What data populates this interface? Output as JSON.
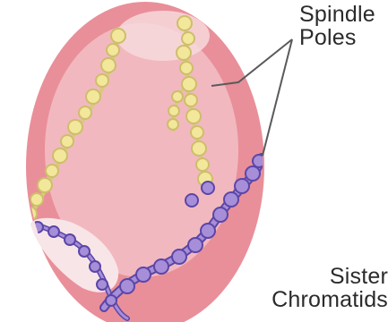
{
  "labels": {
    "spindle_poles": [
      "Spindle",
      "Poles"
    ],
    "sister_chromatids": [
      "Sister",
      "Chromatids"
    ]
  },
  "colors": {
    "cell_outer": "#E98F99",
    "cell_inner": "#F2B8BF",
    "cell_highlight": "#F7D9DC",
    "spindle_fill": "#F2E79A",
    "spindle_stroke": "#CDBE6B",
    "chromatid_fill": "#A78ED8",
    "chromatid_stroke": "#5B46A8",
    "leader_line": "#5A5A5A"
  }
}
